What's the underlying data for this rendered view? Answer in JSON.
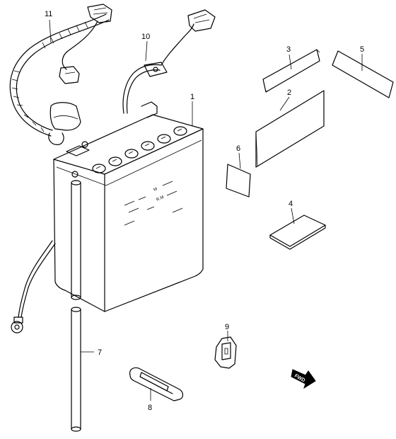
{
  "callouts": {
    "c1": "1",
    "c2": "2",
    "c3": "3",
    "c4": "4",
    "c5": "5",
    "c6": "6",
    "c7": "7",
    "c8": "8",
    "c9": "9",
    "c10": "10",
    "c11": "11"
  },
  "battery_marks": {
    "upper": "M",
    "lower": "R.M"
  },
  "fwd_label": "FWD",
  "colors": {
    "line": "#000000",
    "background": "#ffffff",
    "label_fill": "#d8d8d8"
  }
}
